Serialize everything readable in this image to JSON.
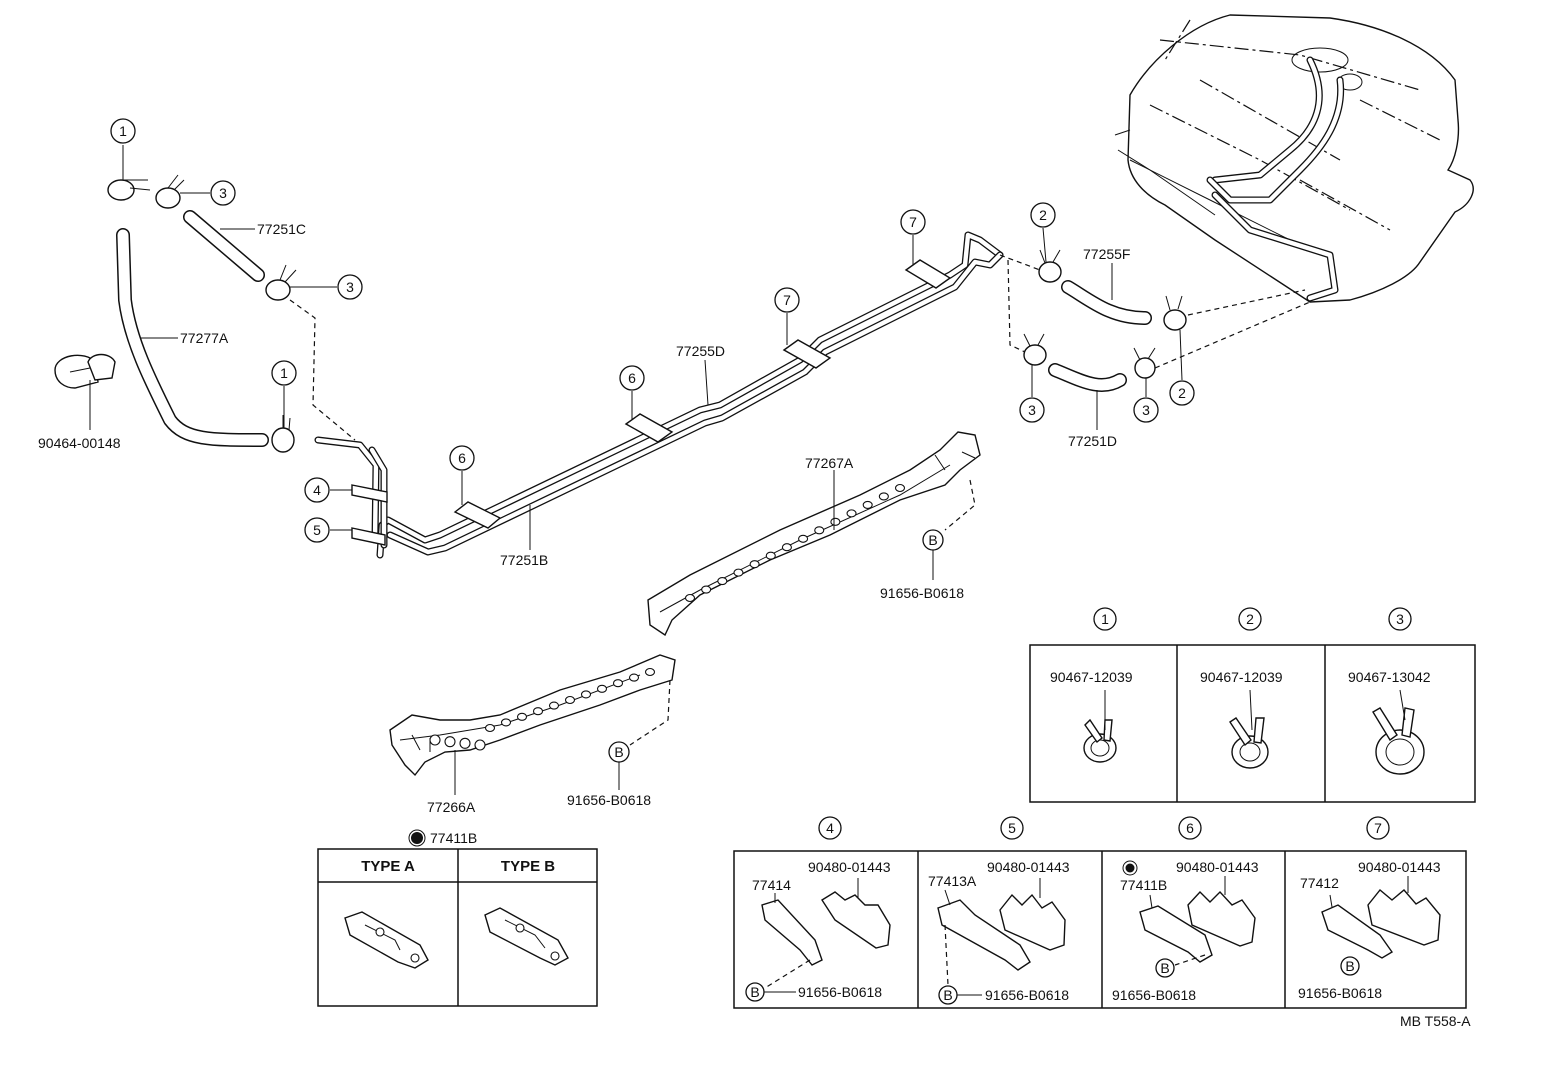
{
  "callouts": {
    "c1": "1",
    "c2": "2",
    "c3": "3",
    "c4": "4",
    "c5": "5",
    "c6": "6",
    "c7": "7",
    "cB": "B"
  },
  "parts": {
    "p77251C": "77251C",
    "p77277A": "77277A",
    "p90464": "90464-00148",
    "p77255D": "77255D",
    "p77255F": "77255F",
    "p77251D": "77251D",
    "p77267A": "77267A",
    "p77251B": "77251B",
    "p91656_a": "91656-B0618",
    "p91656_b": "91656-B0618",
    "p77266A": "77266A",
    "p77411B_marked": "77411B"
  },
  "clamp_table": {
    "col1": {
      "num": "1",
      "part": "90467-12039"
    },
    "col2": {
      "num": "2",
      "part": "90467-12039"
    },
    "col3": {
      "num": "3",
      "part": "90467-13042"
    }
  },
  "type_table": {
    "type_a": "TYPE A",
    "type_b": "TYPE B"
  },
  "clip_table": {
    "col4": {
      "num": "4",
      "clip": "90480-01443",
      "bracket": "77414",
      "bolt": "91656-B0618"
    },
    "col5": {
      "num": "5",
      "clip": "90480-01443",
      "bracket": "77413A",
      "bolt": "91656-B0618"
    },
    "col6": {
      "num": "6",
      "clip": "90480-01443",
      "bracket": "77411B",
      "bolt": "91656-B0618"
    },
    "col7": {
      "num": "7",
      "clip": "90480-01443",
      "bracket": "77412",
      "bolt": "91656-B0618"
    }
  },
  "ref_code": "MB T558-A"
}
